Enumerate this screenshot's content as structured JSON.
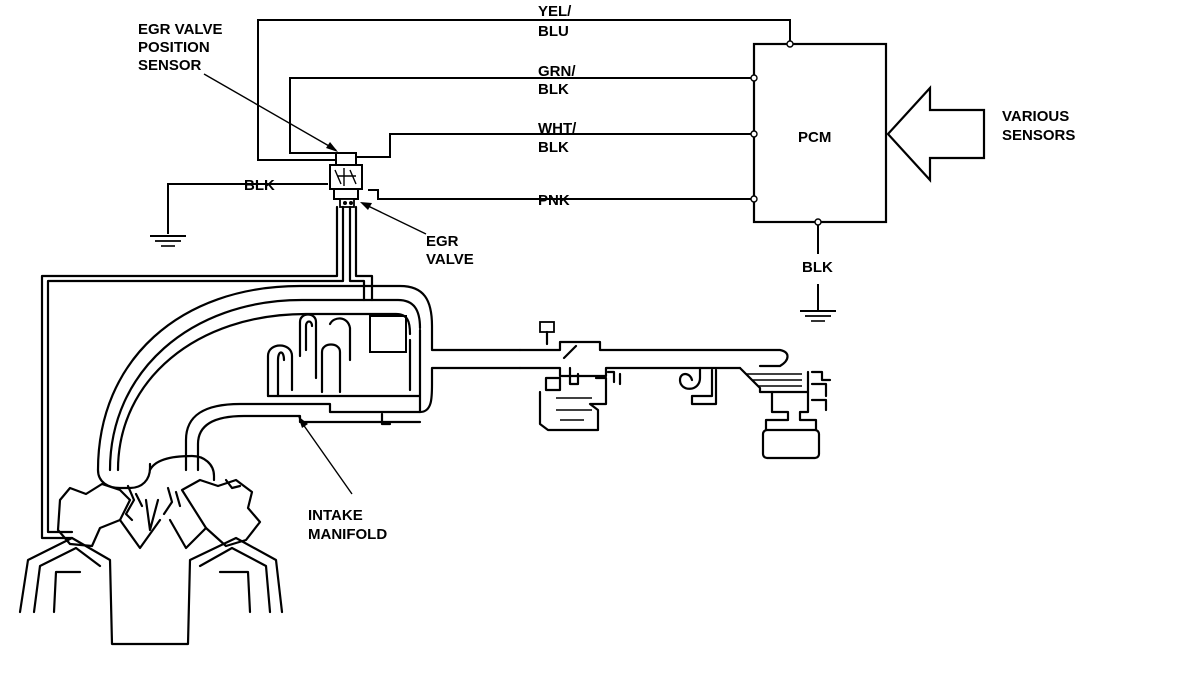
{
  "labels": {
    "egr_sensor_line1": "EGR VALVE",
    "egr_sensor_line2": "POSITION",
    "egr_sensor_line3": "SENSOR",
    "yel_blu_line1": "YEL/",
    "yel_blu_line2": "BLU",
    "grn_blk_line1": "GRN/",
    "grn_blk_line2": "BLK",
    "wht_blk_line1": "WHT/",
    "wht_blk_line2": "BLK",
    "blk_left": "BLK",
    "pnk": "PNK",
    "pcm": "PCM",
    "blk_pcm": "BLK",
    "various_line1": "VARIOUS",
    "various_line2": "SENSORS",
    "egr_valve_line1": "EGR",
    "egr_valve_line2": "VALVE",
    "intake_line1": "INTAKE",
    "intake_line2": "MANIFOLD"
  },
  "colors": {
    "line": "#000000",
    "background": "#ffffff"
  }
}
